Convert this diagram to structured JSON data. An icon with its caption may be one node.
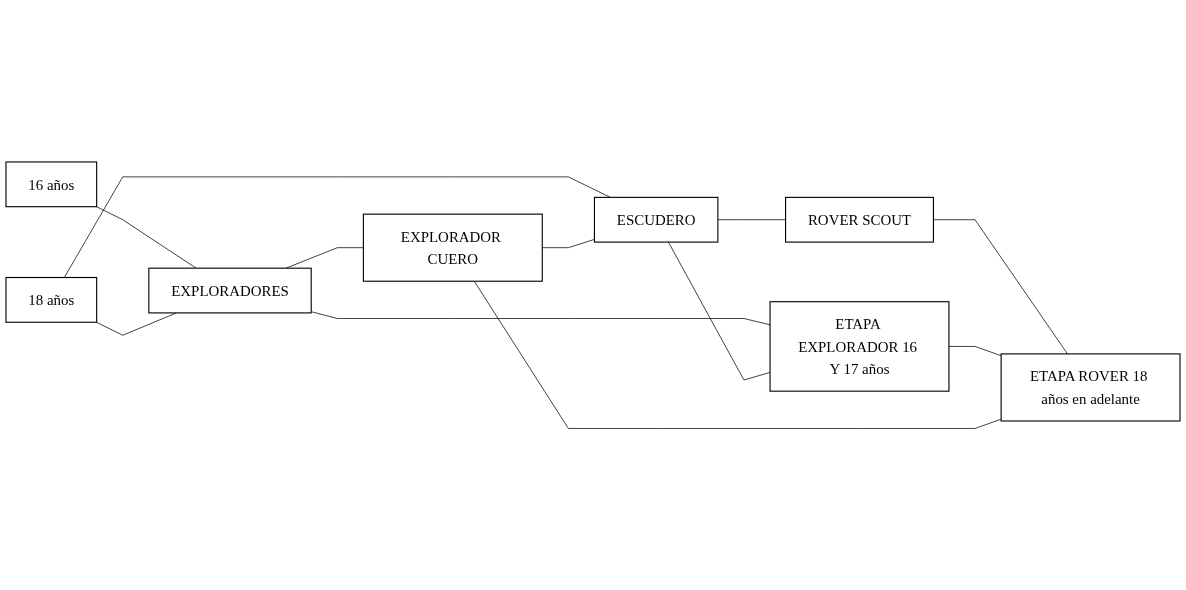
{
  "diagram": {
    "nodes": [
      {
        "text": [
          "16 años"
        ]
      },
      {
        "text": [
          "18 años"
        ]
      },
      {
        "text": [
          "EXPLORADORES"
        ]
      },
      {
        "text": [
          "EXPLORADOR CUERO"
        ]
      },
      {
        "text": [
          "ESCUDERO"
        ]
      },
      {
        "text": [
          "ROVER SCOUT"
        ]
      },
      {
        "text": [
          "ETAPA EXPLORADOR 16 Y 17 años"
        ]
      },
      {
        "text": [
          "ETAPA ROVER 18 años en adelante"
        ]
      }
    ],
    "edges": [
      {
        "from": 0,
        "to": 2,
        "arrow": "none"
      },
      {
        "from": 1,
        "to": 4,
        "arrow": "none"
      },
      {
        "from": 1,
        "to": 2,
        "arrow": "none"
      },
      {
        "from": 2,
        "to": 3,
        "arrow": "none"
      },
      {
        "from": 3,
        "to": 4,
        "arrow": "none"
      },
      {
        "from": 4,
        "to": 5,
        "arrow": "none"
      },
      {
        "from": 2,
        "to": 6,
        "arrow": "none"
      },
      {
        "from": 5,
        "to": 7,
        "arrow": "none"
      },
      {
        "from": 6,
        "to": 7,
        "arrow": "none"
      },
      {
        "from": 3,
        "to": 7,
        "arrow": "none"
      },
      {
        "from": 4,
        "to": 6,
        "arrow": "none"
      }
    ]
  }
}
